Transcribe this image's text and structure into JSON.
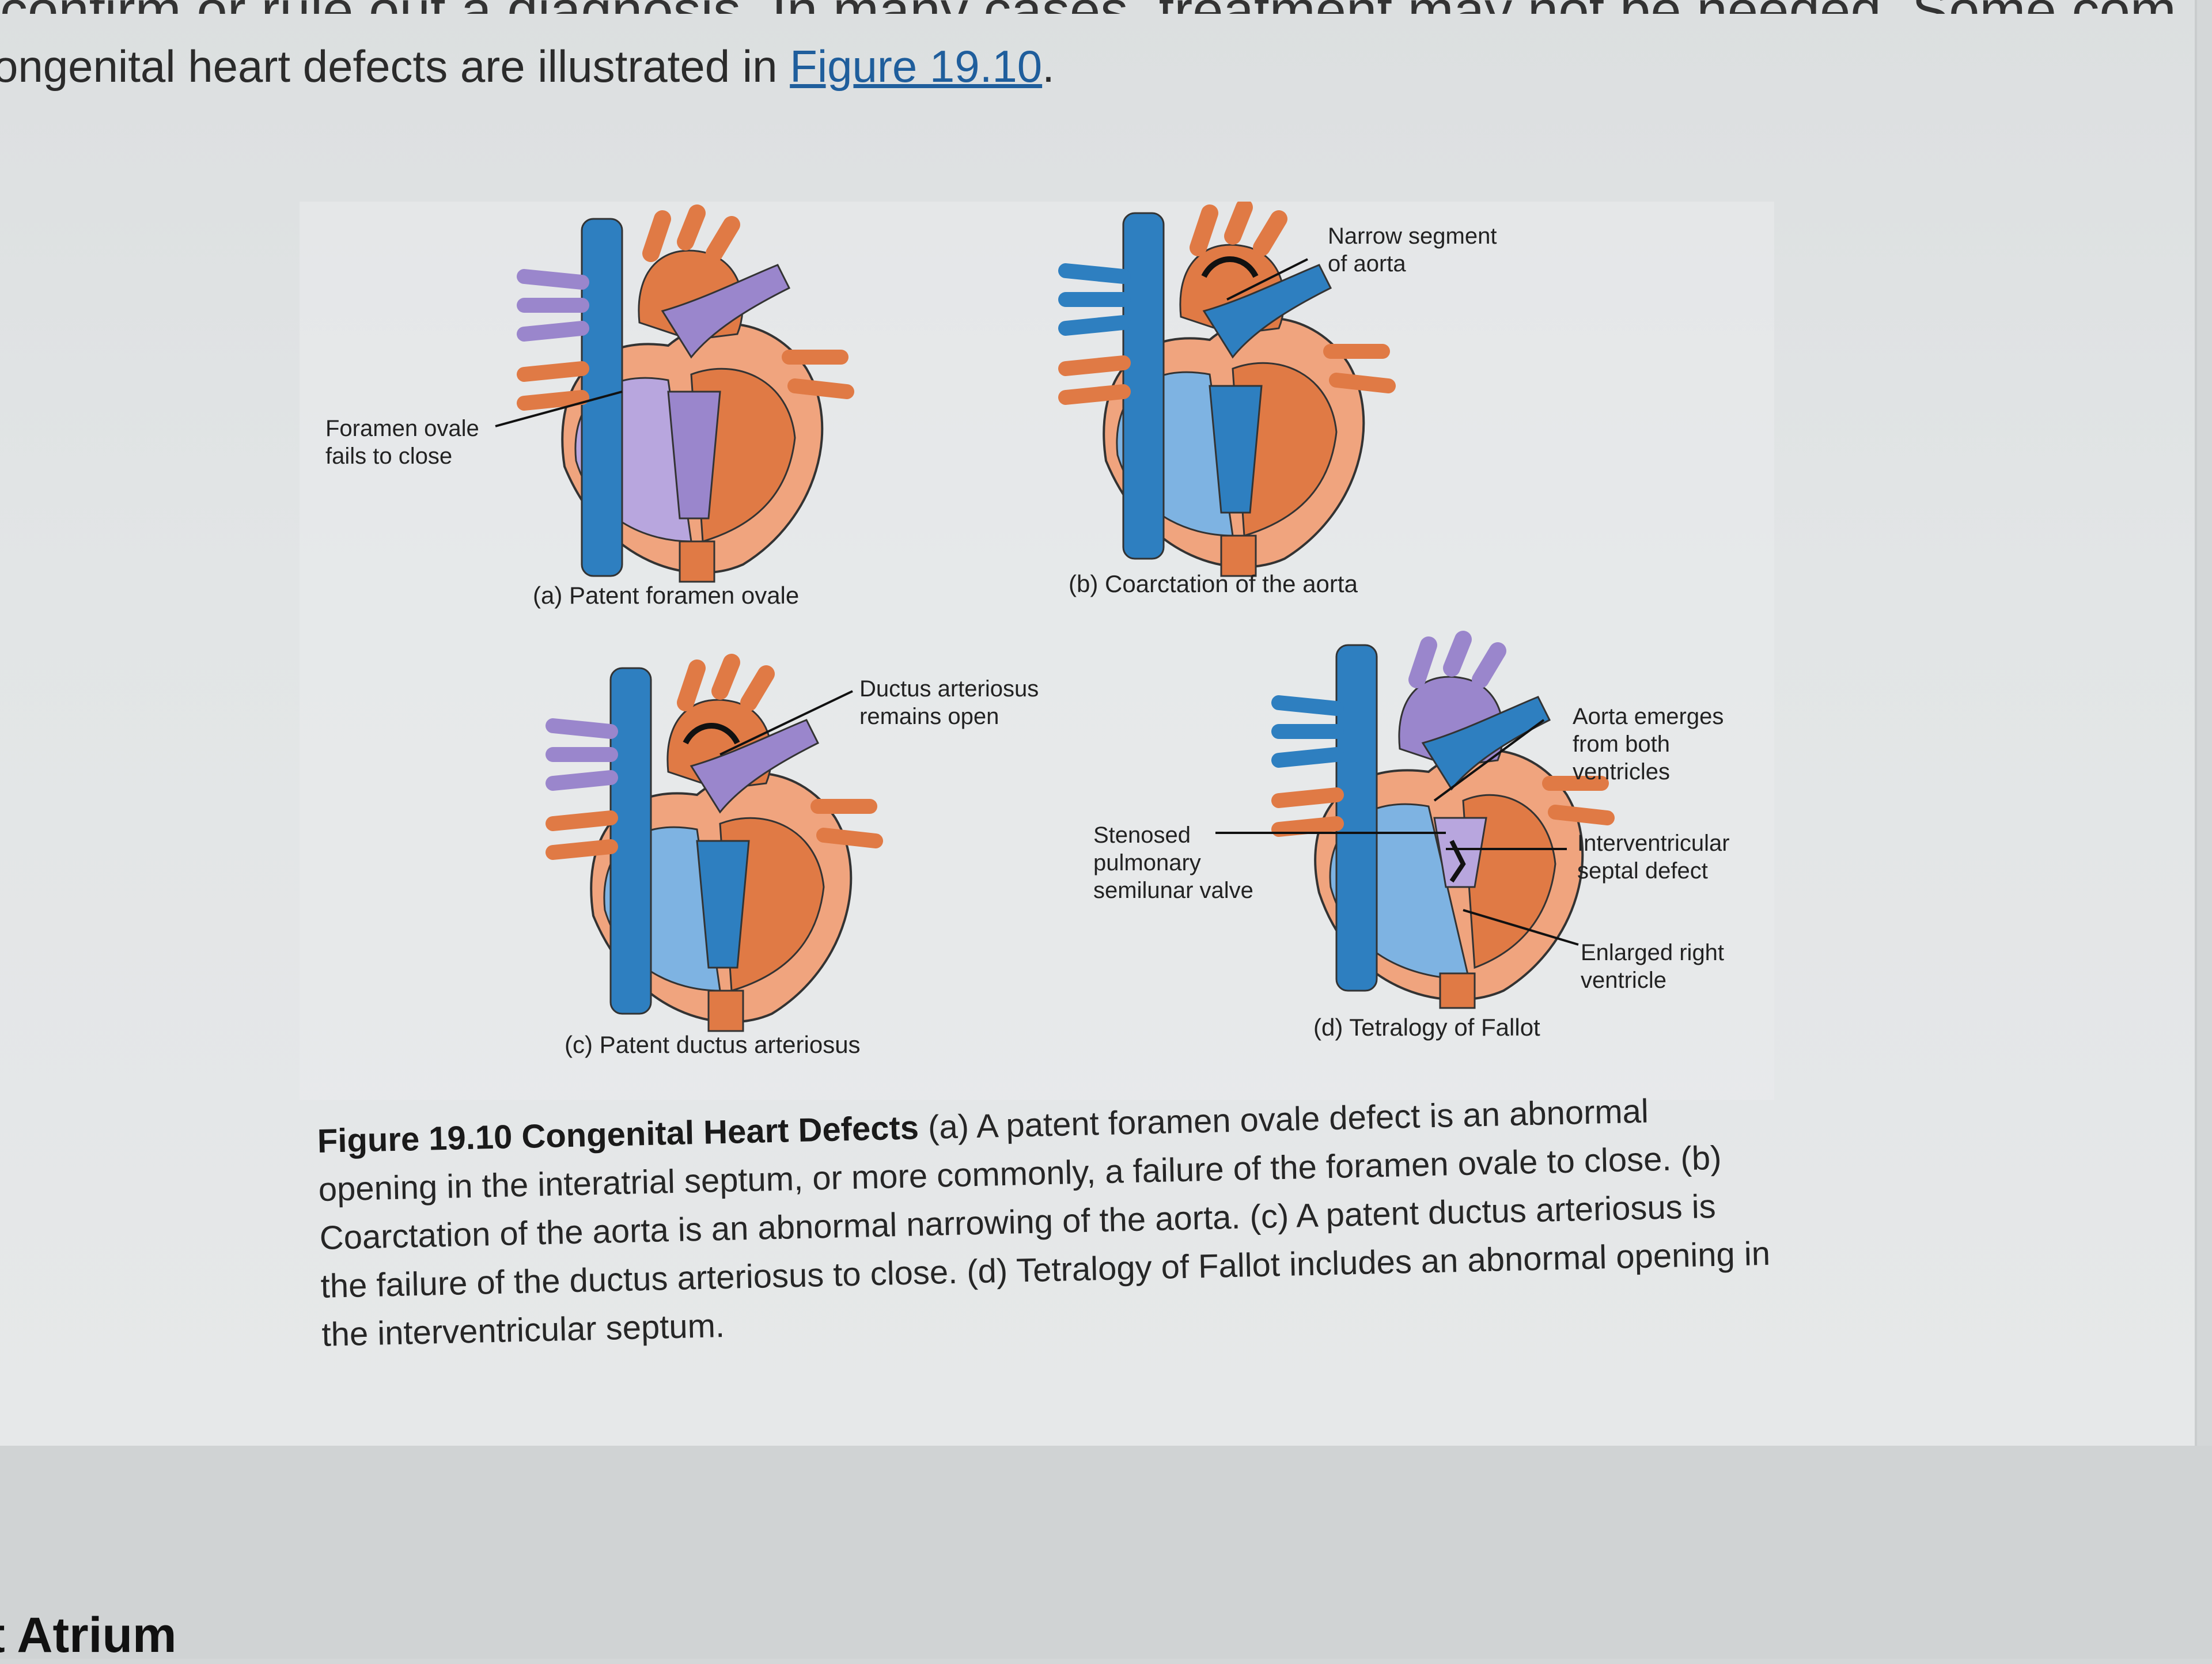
{
  "top_cut_text": "confirm or rule out a diagnosis. In many cases, treatment may not be needed. Some com",
  "intro": {
    "text_before": "ongenital heart defects are illustrated in ",
    "link_text": "Figure 19.10",
    "text_after": "."
  },
  "figure": {
    "labels": {
      "foramen_ovale": "Foramen ovale\nfails to close",
      "narrow_segment": "Narrow segment\nof aorta",
      "ductus": "Ductus arteriosus\nremains open",
      "stenosed": "Stenosed\npulmonary\nsemilunar valve",
      "aorta_emerges": "Aorta emerges\nfrom both\nventricles",
      "septal_defect": "Interventricular\nseptal defect",
      "enlarged": "Enlarged right\nventricle"
    },
    "captions": {
      "a": "(a) Patent foramen ovale",
      "b": "(b) Coarctation of the aorta",
      "c": "(c) Patent ductus arteriosus",
      "d": "(d) Tetralogy of Fallot"
    },
    "colors": {
      "blue": "#2e7fc0",
      "light_blue": "#7eb3e2",
      "orange": "#e07a45",
      "salmon": "#f0a47e",
      "purple": "#9a86cc",
      "light_purple": "#b8a6de",
      "outline": "#333333"
    }
  },
  "caption": {
    "title": "Figure 19.10 Congenital Heart Defects",
    "body": " (a) A patent foramen ovale defect is an abnormal opening in the interatrial septum, or more commonly, a failure of the foramen ovale to close. (b) Coarctation of the aorta is an abnormal narrowing of the aorta. (c) A patent ductus arteriosus is the failure of the ductus arteriosus to close. (d) Tetralogy of Fallot includes an abnormal opening in the interventricular septum."
  },
  "next_heading": "t Atrium"
}
